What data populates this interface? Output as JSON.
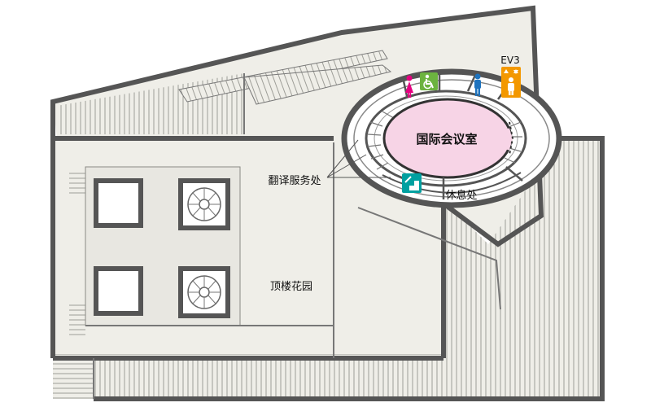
{
  "map": {
    "labels": {
      "conference_room": "国际会议室",
      "translation_office": "翻译服务处",
      "lounge": "休息处",
      "roof_garden": "顶楼花园",
      "elevator": "EV3"
    },
    "icons": {
      "womens_restroom": "female-restroom-icon",
      "accessible_restroom": "wheelchair-icon",
      "mens_restroom": "male-restroom-icon",
      "elevator": "elevator-icon",
      "stairs": "stairs-icon"
    },
    "colors": {
      "floor": "#efeee8",
      "wall": "#555555",
      "conference_room": "#f7d4e6",
      "female": "#e4007f",
      "male": "#1e73be",
      "accessible": "#6cb33f",
      "elevator": "#f39800",
      "stairs": "#00a0a0"
    }
  }
}
